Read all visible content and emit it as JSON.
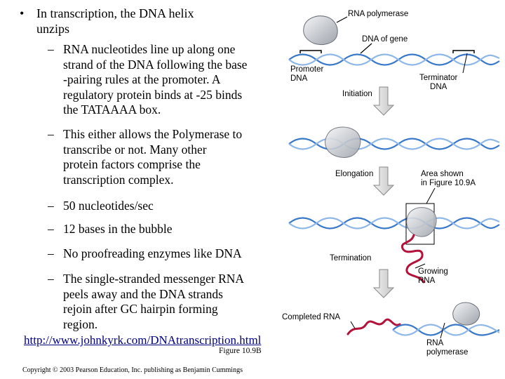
{
  "bullets": {
    "main": "In transcription, the DNA helix unzips",
    "main_line1": "In transcription, the DNA helix",
    "main_line2": "unzips",
    "bullet_char": "•",
    "dash_char": "–",
    "sub": [
      {
        "lines": [
          "RNA nucleotides line up along one",
          "strand of the DNA following the base",
          "-pairing rules at the promoter. A",
          "regulatory protein binds at -25 binds",
          "the TATAAAA box."
        ]
      },
      {
        "lines": [
          "This either allows the Polymerase to",
          "transcribe or not. Many other",
          "protein factors comprise the",
          "transcription complex."
        ]
      },
      {
        "lines": [
          "50 nucleotides/sec"
        ]
      },
      {
        "lines": [
          "12 bases in the bubble"
        ]
      },
      {
        "lines": [
          "No proofreading enzymes like DNA"
        ]
      },
      {
        "lines": [
          "The single-stranded messenger RNA",
          "peels away and the DNA strands",
          "rejoin after GC hairpin forming",
          "region."
        ]
      }
    ]
  },
  "link": "http://www.johnkyrk.com/DNAtranscription.html",
  "figure_caption": "Figure 10.9B",
  "copyright": "Copyright © 2003 Pearson Education, Inc. publishing as Benjamin Cummings",
  "diagram": {
    "rna_polymerase_top": "RNA polymerase",
    "dna_of_gene": "DNA of gene",
    "promoter_dna": [
      "Promoter",
      "DNA"
    ],
    "terminator_dna": [
      "Terminator",
      "DNA"
    ],
    "initiation": "Initiation",
    "elongation": "Elongation",
    "area_shown": [
      "Area shown",
      "in Figure 10.9A"
    ],
    "termination": "Termination",
    "growing_rna": [
      "Growing",
      "RNA"
    ],
    "completed_rna": "Completed RNA",
    "rna_polymerase_bottom": [
      "RNA",
      "polymerase"
    ]
  },
  "colors": {
    "dna_blue": "#3a78c9",
    "dna_light": "#8fb8e8",
    "rna_red": "#b3123a",
    "polymerase_gray": "#c8ccd2",
    "arrow_gray": "#cfcfcf"
  }
}
